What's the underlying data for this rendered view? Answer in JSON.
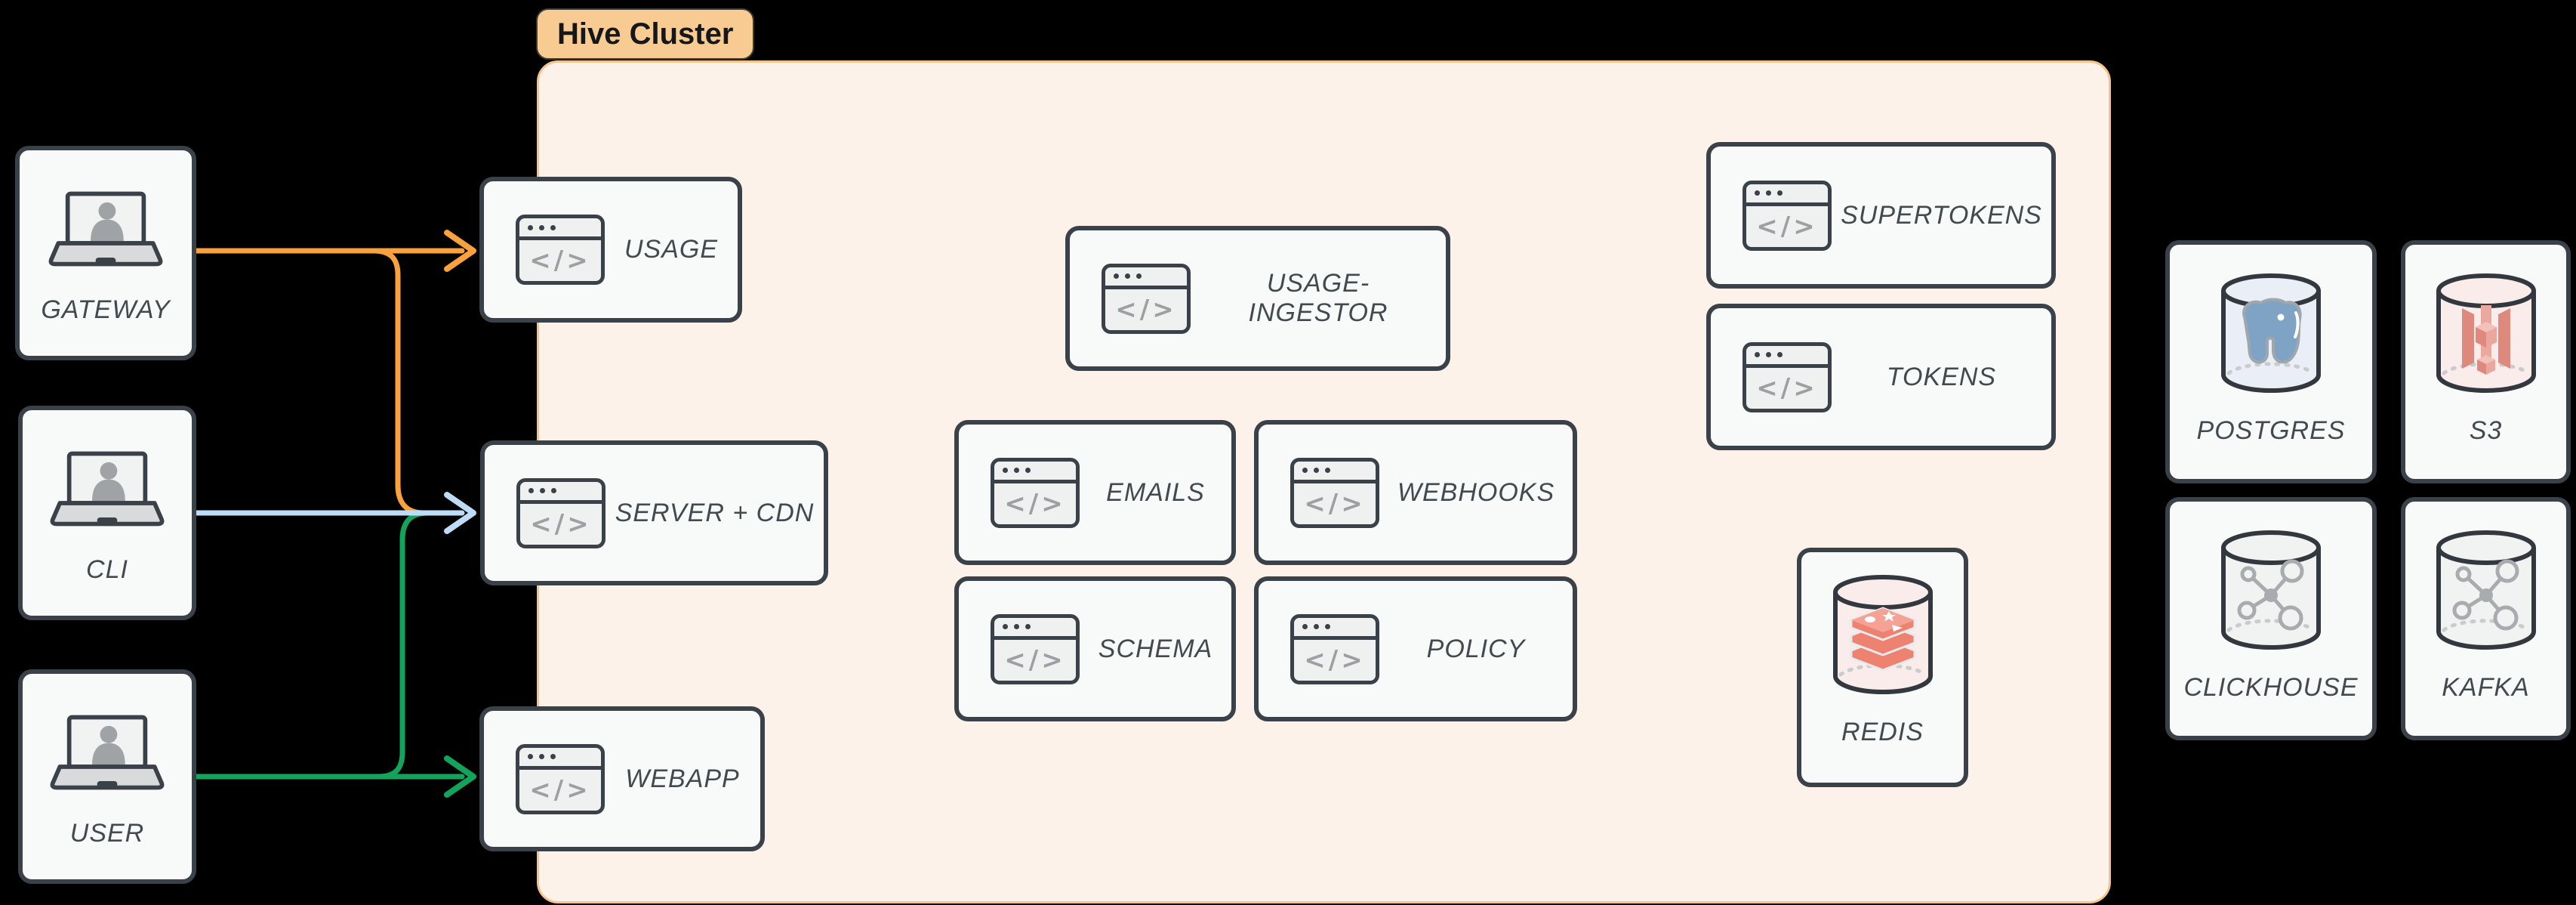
{
  "cluster": {
    "badge_label": "Hive Cluster",
    "fill_color": "#FDF2E9",
    "border_color": "#F6C28C",
    "badge_color": "#F7CB92"
  },
  "icons": {
    "code_glyph": "</>"
  },
  "actors": [
    {
      "id": "gateway",
      "label": "GATEWAY"
    },
    {
      "id": "cli",
      "label": "CLI"
    },
    {
      "id": "user",
      "label": "USER"
    }
  ],
  "services": [
    {
      "id": "usage",
      "label": "USAGE"
    },
    {
      "id": "server-cdn",
      "label": "SERVER + CDN"
    },
    {
      "id": "webapp",
      "label": "WEBAPP"
    },
    {
      "id": "usage-ingestor",
      "label": "USAGE-INGESTOR"
    },
    {
      "id": "emails",
      "label": "EMAILS"
    },
    {
      "id": "webhooks",
      "label": "WEBHOOKS"
    },
    {
      "id": "schema",
      "label": "SCHEMA"
    },
    {
      "id": "policy",
      "label": "POLICY"
    },
    {
      "id": "supertokens",
      "label": "SUPERTOKENS"
    },
    {
      "id": "tokens",
      "label": "TOKENS"
    }
  ],
  "cache": {
    "label": "REDIS"
  },
  "datastores": [
    {
      "id": "postgres",
      "label": "POSTGRES"
    },
    {
      "id": "s3",
      "label": "S3"
    },
    {
      "id": "clickhouse",
      "label": "CLICKHOUSE"
    },
    {
      "id": "kafka",
      "label": "KAFKA"
    }
  ],
  "connections": [
    {
      "from": "GATEWAY",
      "to": "USAGE",
      "color": "#F9A13C"
    },
    {
      "from": "GATEWAY",
      "to": "SERVER + CDN",
      "color": "#F9A13C"
    },
    {
      "from": "CLI",
      "to": "SERVER + CDN",
      "color": "#BEDCF7"
    },
    {
      "from": "USER",
      "to": "SERVER + CDN",
      "color": "#13A45B"
    },
    {
      "from": "USER",
      "to": "WEBAPP",
      "color": "#13A45B"
    }
  ]
}
